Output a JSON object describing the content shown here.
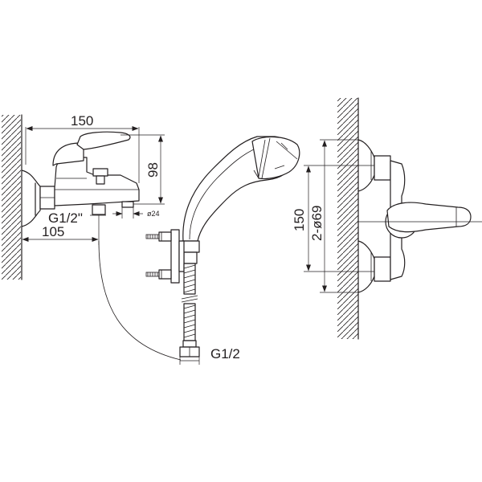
{
  "dimensions": {
    "width_150": "150",
    "height_98": "98",
    "thread_left": "G1/2\"",
    "dia_24": "ø24",
    "offset_105": "105",
    "thread_hose": "G1/2",
    "height_150": "150",
    "dia_69": "2-ø69"
  }
}
